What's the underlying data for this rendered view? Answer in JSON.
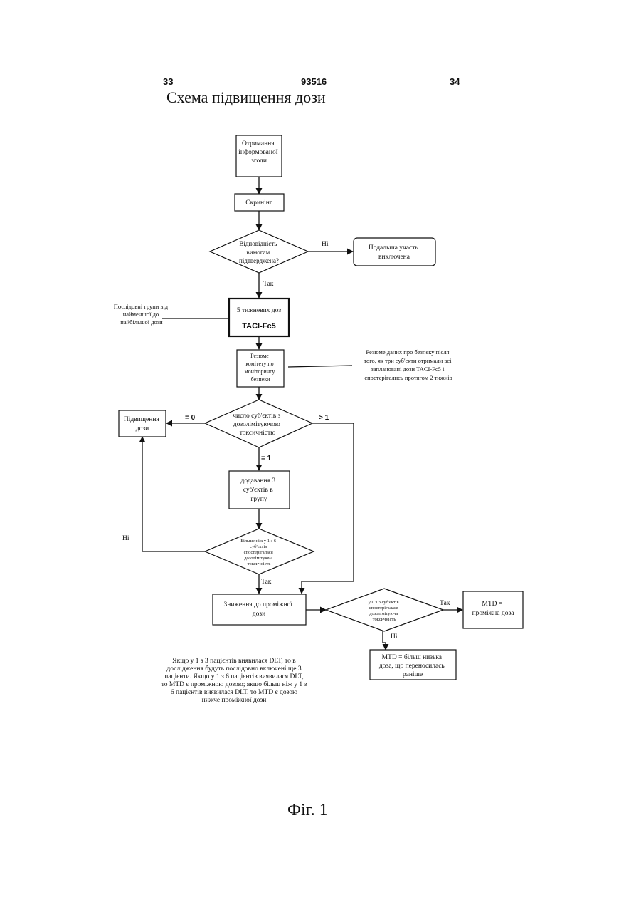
{
  "header": {
    "page_left": "33",
    "doc_number": "93516",
    "page_right": "34",
    "title": "Схема підвищення дози"
  },
  "nodes": {
    "consent": [
      "Отримання",
      "інформованої",
      "згоди"
    ],
    "screening": [
      "Скринінг"
    ],
    "eligibility": [
      "Відповідність",
      "вимогам",
      "підтверджена?"
    ],
    "excluded": [
      "Подальша участь",
      "виключена"
    ],
    "weekly_doses": [
      "5 тижневих доз"
    ],
    "drug": "TACI-Fc5",
    "committee": [
      "Резюме",
      "комітету по",
      "моніторингу",
      "безпеки"
    ],
    "dlt_count": [
      "число суб'єктів з",
      "дозолімітуючою",
      "токсичністю"
    ],
    "escalate": [
      "Підвищення",
      "дози"
    ],
    "add_three": [
      "додавання 3",
      "суб'єктів в",
      "групу"
    ],
    "more_than_one_of_six": [
      "Більше ніж у 1 з 6",
      "суб'єктів",
      "спостерігалася",
      "дозолімітуюча",
      "токсичність"
    ],
    "reduce_intermediate": [
      "Зниження до проміжної",
      "дози"
    ],
    "zero_of_three": [
      "у 0 з 3 суб'єктів",
      "спостерігалася",
      "дозолімітуюча",
      "токсичність"
    ],
    "mtd_intermediate": [
      "MTD =",
      "проміжна доза"
    ],
    "mtd_lower": [
      "MTD = більш низька",
      "доза, що переносилась",
      "раніше"
    ]
  },
  "edge_labels": {
    "no_1": "Ні",
    "yes_1": "Так",
    "eq0": "= 0",
    "gt1": "> 1",
    "eq1": "= 1",
    "no_2": "Ні",
    "yes_2": "Так",
    "yes_3": "Так",
    "no_3": "Ні"
  },
  "annotations": {
    "groups": [
      "Послідовні групи від",
      "найменшої до",
      "найбільшої дози"
    ],
    "safety_summary": [
      "Резюме даних про безпеку після",
      "того, як три суб'єкти отримали всі",
      "заплановані дози TACI-Fc5 і",
      "спостерігались протягом 2 тижнів"
    ],
    "footnote": [
      "Якщо у 1 з 3 пацієнтів виявилася DLT, то в",
      "дослідження будуть послідовно включені ще 3",
      "пацієнти. Якщо у 1 з 6 пацієнтів виявилася DLT,",
      "то MTD є проміжною дозою; якщо більш ніж у 1 з",
      "6 пацієнтів виявилася DLT, то MTD є дозою",
      "нижче проміжної дози"
    ]
  },
  "figure_label": "Фіг. 1"
}
